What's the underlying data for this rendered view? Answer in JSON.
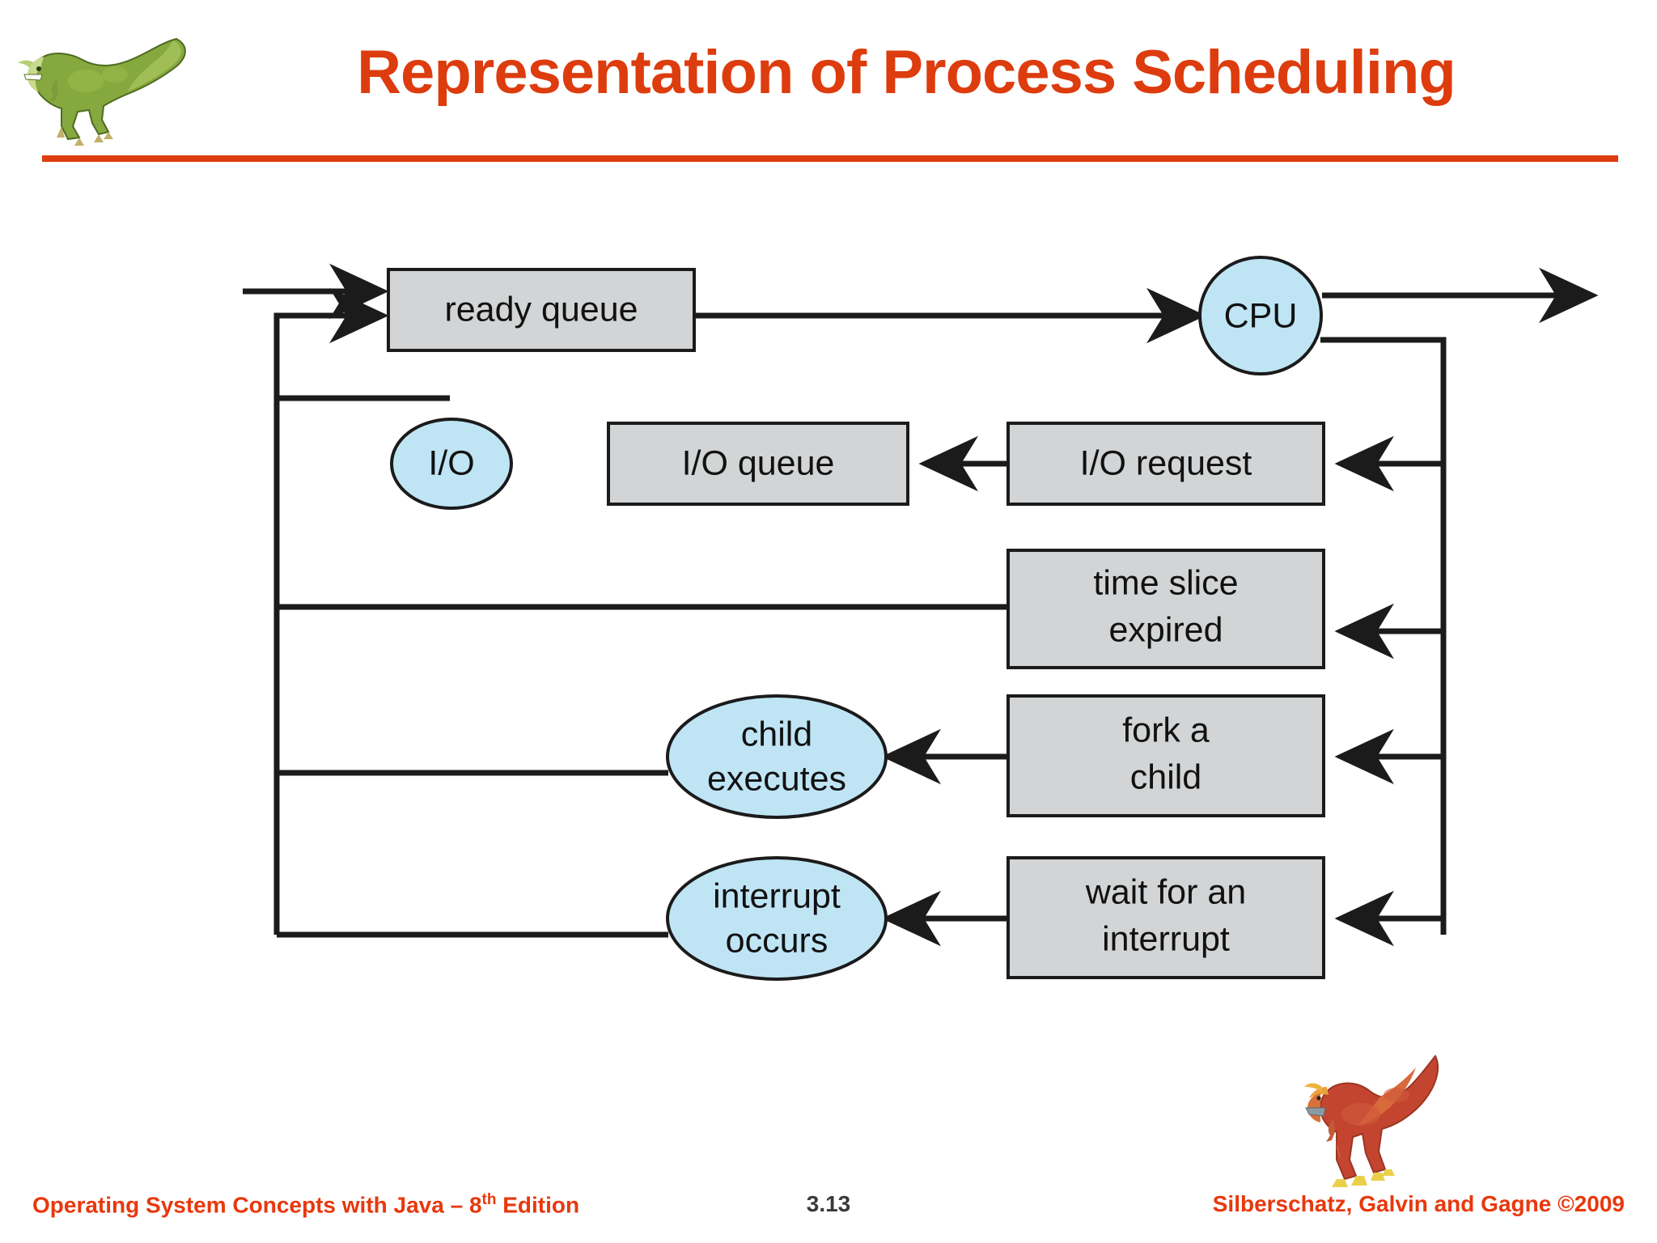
{
  "slide": {
    "title": "Representation of Process Scheduling",
    "accent_color": "#dd3c0e",
    "box_fill": "#d2d4d5",
    "ellipse_fill": "#bfe5f5",
    "line_color": "#1b1b1b"
  },
  "logo": {
    "top_left": "green-dinosaur-icon",
    "bottom_right": "red-dinosaur-icon"
  },
  "diagram": {
    "type": "queueing-diagram",
    "nodes": [
      {
        "id": "ready-queue",
        "label": "ready queue",
        "shape": "rect"
      },
      {
        "id": "cpu",
        "label": "CPU",
        "shape": "ellipse"
      },
      {
        "id": "io",
        "label": "I/O",
        "shape": "ellipse"
      },
      {
        "id": "io-queue",
        "label": "I/O queue",
        "shape": "rect"
      },
      {
        "id": "io-request",
        "label": "I/O request",
        "shape": "rect"
      },
      {
        "id": "time-slice",
        "label_line1": "time slice",
        "label_line2": "expired",
        "shape": "rect"
      },
      {
        "id": "child-exec",
        "label_line1": "child",
        "label_line2": "executes",
        "shape": "ellipse"
      },
      {
        "id": "fork-child",
        "label_line1": "fork a",
        "label_line2": "child",
        "shape": "rect"
      },
      {
        "id": "interrupt",
        "label_line1": "interrupt",
        "label_line2": "occurs",
        "shape": "ellipse"
      },
      {
        "id": "wait-interrupt",
        "label_line1": "wait for an",
        "label_line2": "interrupt",
        "shape": "rect"
      }
    ]
  },
  "footer": {
    "left_prefix": "Operating System Concepts with Java – 8",
    "left_sup": "th",
    "left_suffix": " Edition",
    "page": "3.13",
    "right": "Silberschatz, Galvin and Gagne ©2009"
  }
}
